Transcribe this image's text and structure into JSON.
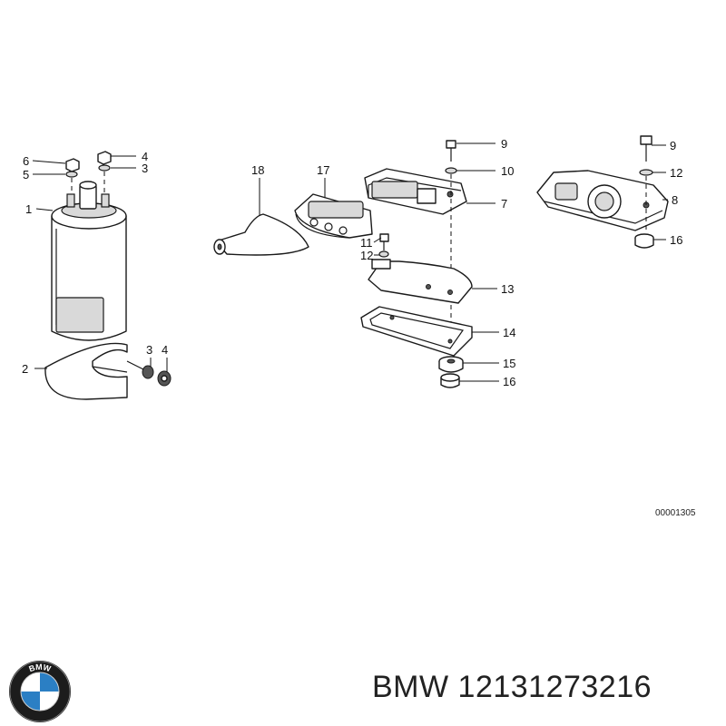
{
  "diagram": {
    "callouts": {
      "c1": "1",
      "c2": "2",
      "c3a": "3",
      "c4a": "4",
      "c5": "5",
      "c6": "6",
      "c4b": "4",
      "c3b": "3",
      "c18": "18",
      "c17": "17",
      "c9a": "9",
      "c10": "10",
      "c7": "7",
      "c11": "11",
      "c12a": "12",
      "c13": "13",
      "c14": "14",
      "c15": "15",
      "c16a": "16",
      "c9b": "9",
      "c12b": "12",
      "c8": "8",
      "c16b": "16"
    },
    "drawing_number": "00001305"
  },
  "caption": {
    "brand": "BMW",
    "part_number": "12131273216",
    "text": "BMW 12131273216"
  },
  "logo": {
    "letters": "BMW",
    "colors": {
      "blue": "#2b7fc4",
      "white": "#ffffff",
      "ring": "#1c1c1c"
    }
  }
}
